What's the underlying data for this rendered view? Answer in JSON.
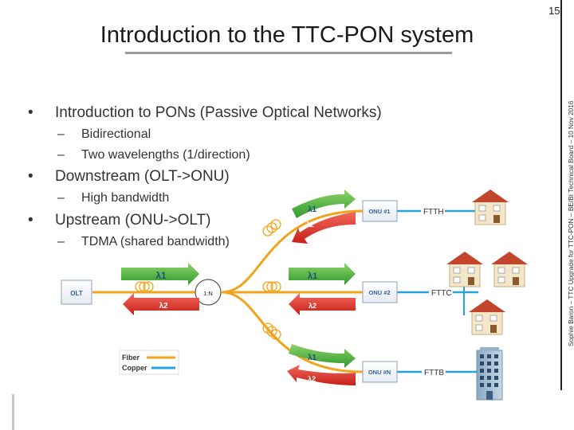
{
  "page_number": "15",
  "title": "Introduction to the TTC-PON system",
  "side_note": "Sophie Baron – TTC Upgrade for TTC-PON – BE/BI Technical Board – 10 Nov 2016",
  "bullets": [
    {
      "text": "Introduction to PONs (Passive Optical Networks)",
      "subs": [
        "Bidirectional",
        "Two wavelengths (1/direction)"
      ]
    },
    {
      "text": "Downstream (OLT->ONU)",
      "subs": [
        "High bandwidth"
      ]
    },
    {
      "text": "Upstream (ONU->OLT)",
      "subs": [
        "TDMA (shared bandwidth)"
      ]
    }
  ],
  "diagram": {
    "olt_label": "OLT",
    "splitter_label": "1:N",
    "lambda1": "λ1",
    "lambda2": "λ2",
    "onu1": "ONU #1",
    "onu2": "ONU #2",
    "onun": "ONU #N",
    "ftth": "FTTH",
    "fttc": "FTTC",
    "fttb": "FTTB",
    "legend_fiber": "Fiber",
    "legend_copper": "Copper",
    "colors": {
      "fiber": "#f2a31b",
      "copper": "#27a3dc",
      "downstream": "#57b947",
      "upstream": "#e8302a",
      "box": "#2f61a6"
    }
  }
}
